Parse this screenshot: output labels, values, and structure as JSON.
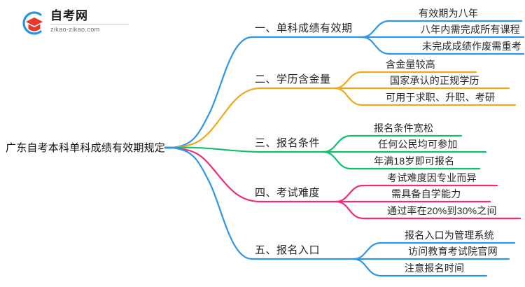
{
  "logo": {
    "name_cn": "自考网",
    "url": "zikao-zikao.com",
    "mark_icon": "graduation-cap-icon",
    "arc_color": "#2196E8",
    "cap_color": "#E8372B"
  },
  "mindmap": {
    "root": {
      "label": "广东自考本科单科成绩有效期规定"
    },
    "branches": [
      {
        "label": "一、单科成绩有效期",
        "color": "#2E96E8",
        "leaves": [
          "有效期为八年",
          "八年内需完成所有课程",
          "未完成成绩作废需重考"
        ]
      },
      {
        "label": "二、学历含金量",
        "color": "#F0A81E",
        "leaves": [
          "含金量较高",
          "国家承认的正规学历",
          "可用于求职、升职、考研"
        ]
      },
      {
        "label": "三、报名条件",
        "color": "#12BE70",
        "leaves": [
          "报名条件宽松",
          "任何公民均可参加",
          "年满18岁即可报名"
        ]
      },
      {
        "label": "四、考试难度",
        "color": "#ED2D7C",
        "leaves": [
          "考试难度因专业而异",
          "需具备自学能力",
          "通过率在20%到30%之间"
        ]
      },
      {
        "label": "五、报名入口",
        "color": "#2E96E8",
        "leaves": [
          "报名入口为管理系统",
          "访问教育考试院官网",
          "注意报名时间"
        ]
      }
    ]
  }
}
